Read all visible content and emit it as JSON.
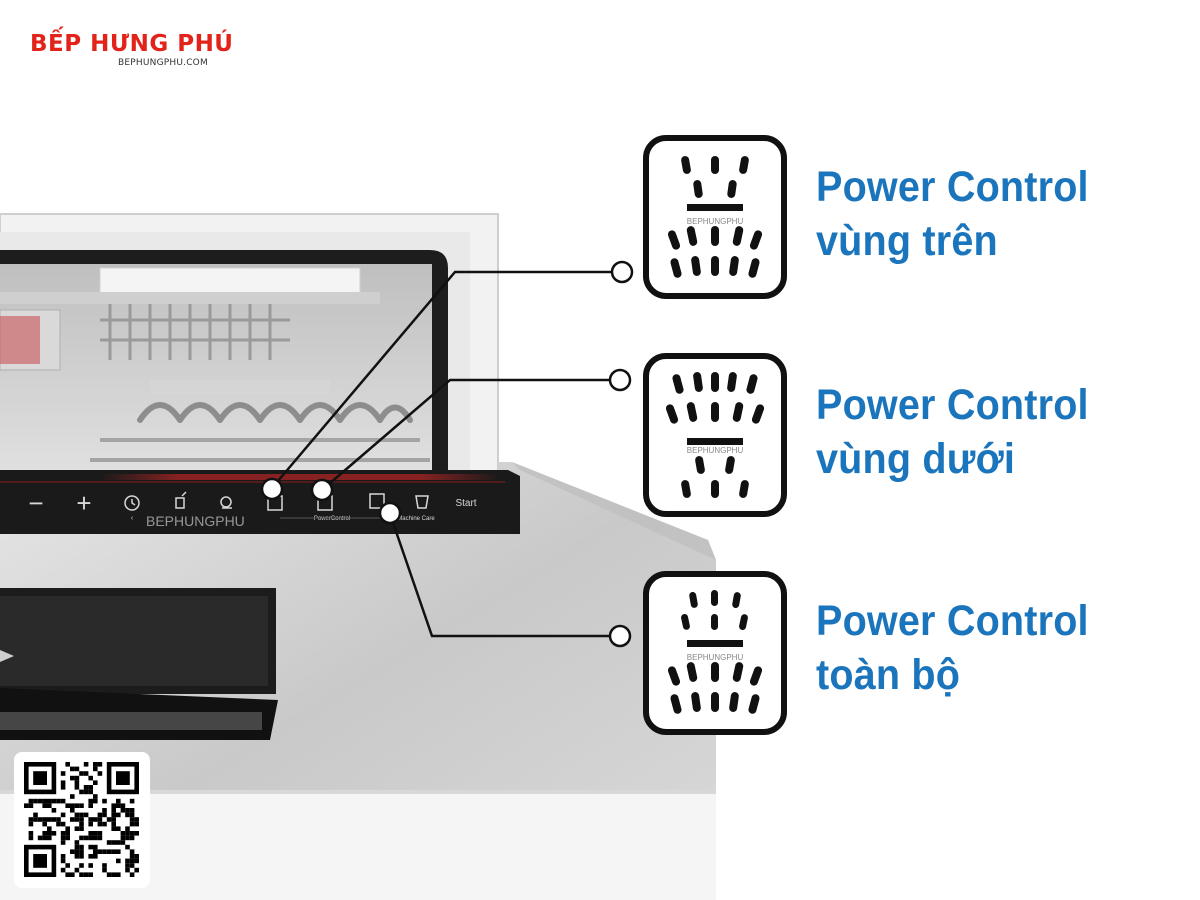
{
  "brand": {
    "name": "BẾP HƯNG PHÚ",
    "url": "BEPHUNGPHU.COM",
    "color": "#e2231a"
  },
  "watermark": "BEPHUNGPHU",
  "control_panel": {
    "buttons": [
      "−",
      "+",
      "Start"
    ],
    "labels": [
      "PowerControl",
      "Machine Care"
    ],
    "icons": [
      "timer-icon",
      "half-load-icon",
      "hygiene-icon",
      "power-control-upper-icon",
      "power-control-lower-icon",
      "power-control-full-icon",
      "machine-care-icon"
    ]
  },
  "callouts": [
    {
      "line1": "Power Control",
      "line2": "vùng trên",
      "icon": "spray-upper-icon"
    },
    {
      "line1": "Power Control",
      "line2": "vùng dưới",
      "icon": "spray-lower-icon"
    },
    {
      "line1": "Power Control",
      "line2": "toàn bộ",
      "icon": "spray-full-icon"
    }
  ],
  "colors": {
    "label_blue": "#1b75bc",
    "panel_black": "#1a1a1a",
    "steel": "#cfcfcf"
  },
  "qr_code": "qr-code-icon"
}
